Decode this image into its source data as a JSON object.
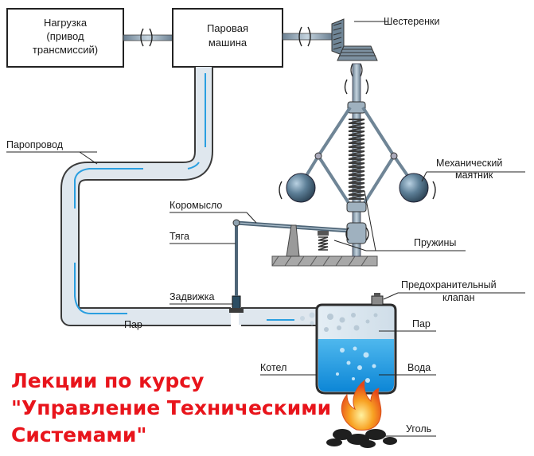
{
  "boxes": {
    "load": [
      "Нагрузка",
      "(привод",
      "трансмиссий)"
    ],
    "engine": [
      "Паровая",
      "машина"
    ]
  },
  "labels": {
    "gears": "Шестеренки",
    "steam_line": "Паропровод",
    "pendulum": [
      "Механический",
      "маятник"
    ],
    "rocker": "Коромысло",
    "rod": "Тяга",
    "springs": "Пружины",
    "valve": "Задвижка",
    "safety_valve": [
      "Предохранительный",
      "клапан"
    ],
    "steam_pipe": "Пар",
    "steam_boiler": "Пар",
    "boiler": "Котел",
    "water": "Вода",
    "coal": "Уголь"
  },
  "caption": [
    "Лекции по курсу",
    "\"Управление Техническими",
    "Системами\""
  ],
  "colors": {
    "pipe": "#dfe7ee",
    "pipe_stroke": "#3a3a3a",
    "steam_line_accent": "#2a9fe0",
    "water": "#1e9be3",
    "metal": "#8fa2b0",
    "ball": "#4f6f86",
    "caption": "#e8141b",
    "flame": "#f07a1c"
  }
}
